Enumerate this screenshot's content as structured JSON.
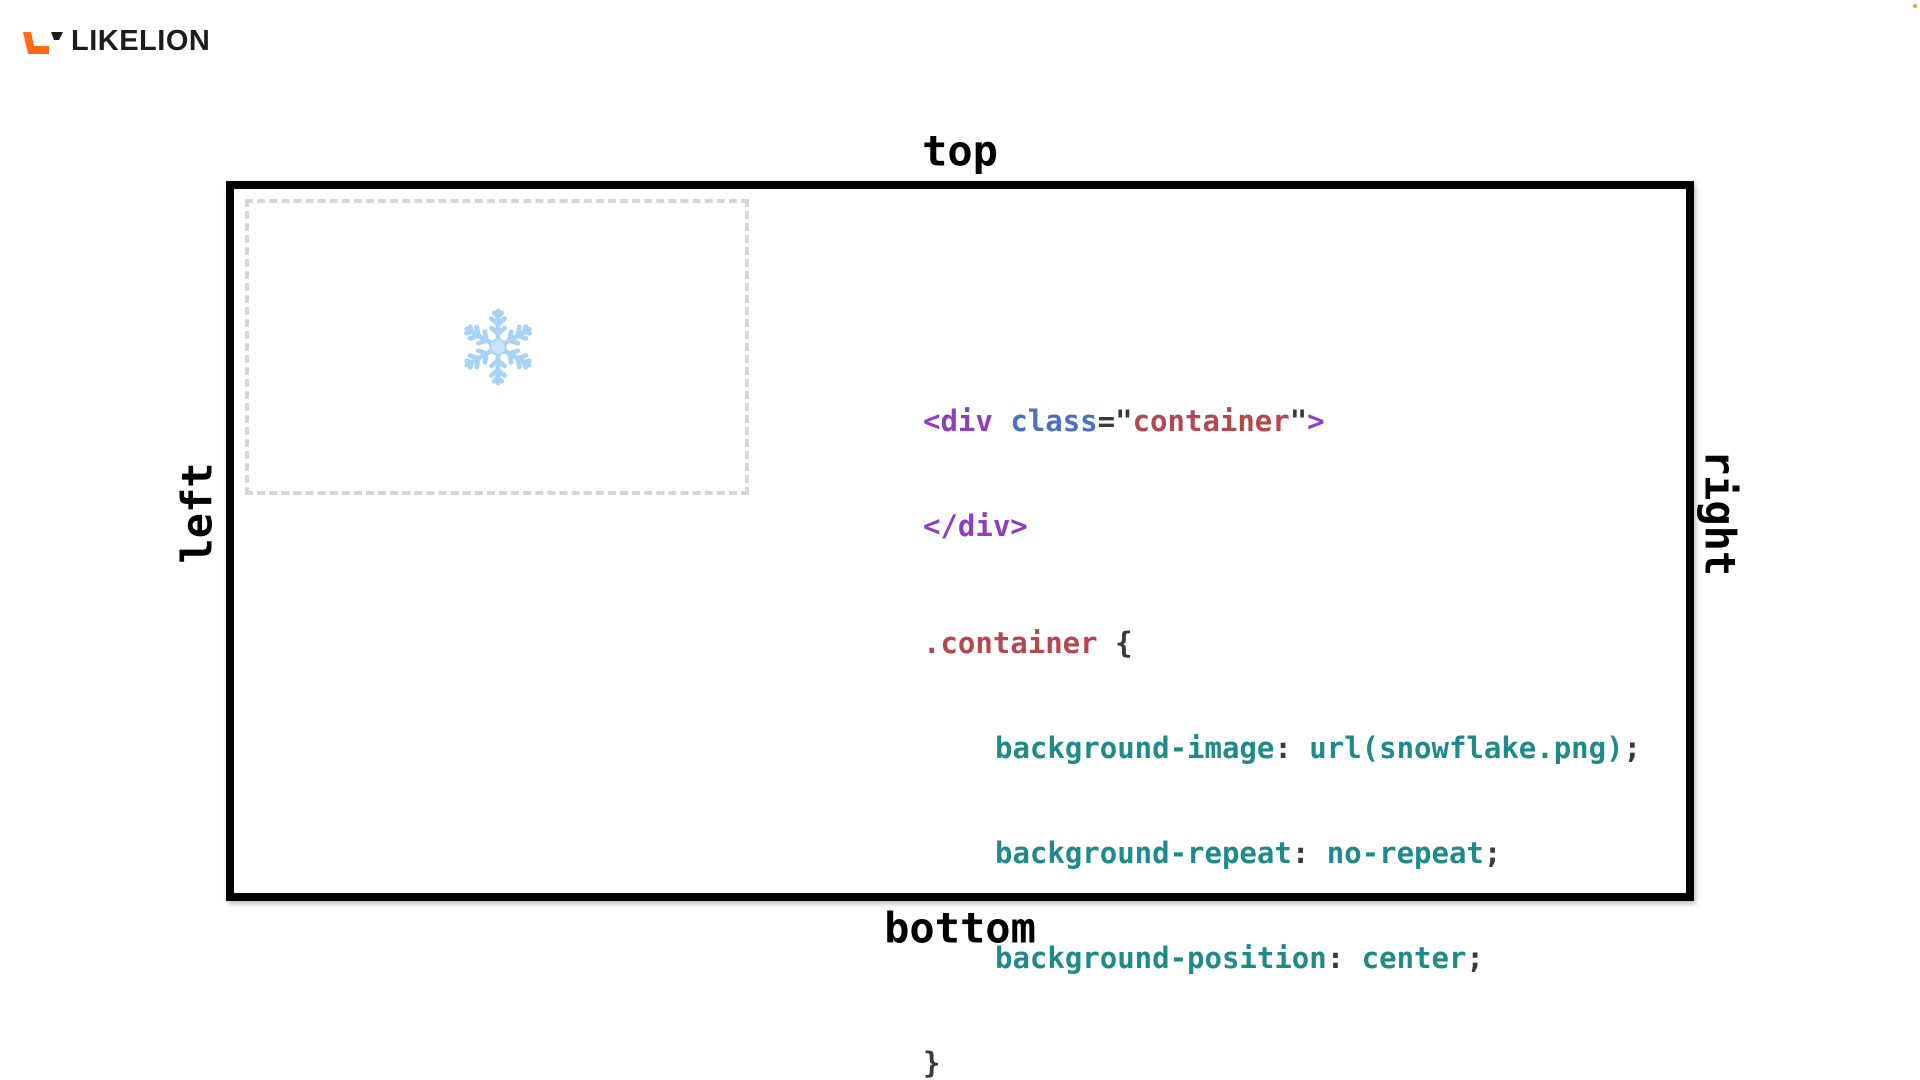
{
  "logo": {
    "text": "LIKELION",
    "icon": "likelion-logo-icon",
    "accent_color": "#ff6a13"
  },
  "labels": {
    "top": "top",
    "bottom": "bottom",
    "left": "left",
    "right": "right"
  },
  "background_image": {
    "icon": "snowflake-icon",
    "color": "#a9d3f5"
  },
  "html_code": {
    "line1": {
      "open": "<div ",
      "attr": "class",
      "eq": "=",
      "quote_open": "\"",
      "value": "container",
      "quote_close": "\"",
      "close": ">"
    },
    "line2": {
      "tag": "</div>"
    }
  },
  "css_code": {
    "selector": ".container",
    "open_brace": " {",
    "close_brace": "}",
    "declarations": [
      {
        "property": "background-image",
        "colon": ": ",
        "value": "url(snowflake.png)",
        "semi": ";"
      },
      {
        "property": "background-repeat",
        "colon": ": ",
        "value": "no-repeat",
        "semi": ";"
      },
      {
        "property": "background-position",
        "colon": ": ",
        "value": "center",
        "semi": ";"
      }
    ]
  },
  "colors": {
    "tag": "#8e3fbf",
    "attribute": "#4a6fc4",
    "string": "#b5474f",
    "property": "#1f8a8a",
    "punctuation": "#3a3a3a",
    "border": "#000000",
    "dashed_border": "#d6d6d6"
  }
}
